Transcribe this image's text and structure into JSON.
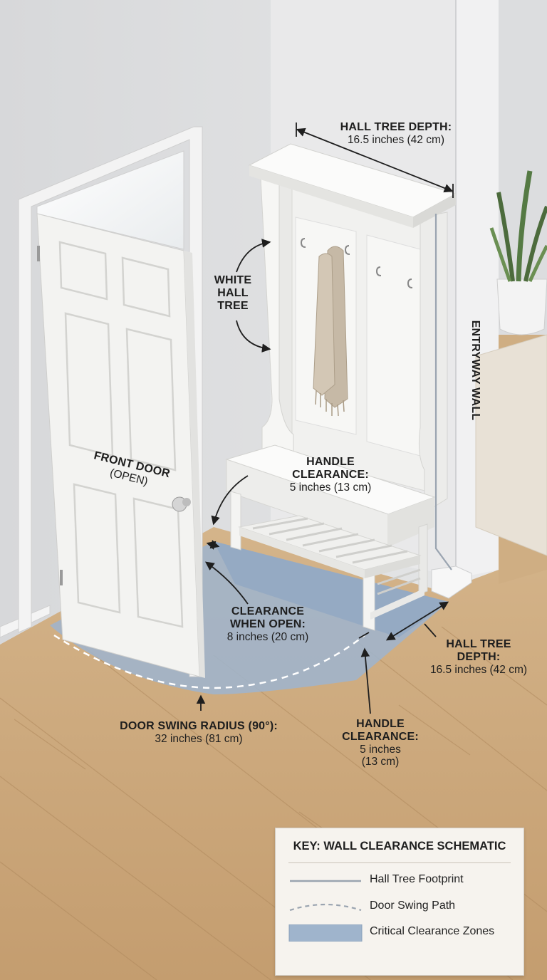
{
  "labels": {
    "hall_tree_depth_top": {
      "title": "HALL TREE DEPTH:",
      "value": "16.5 inches (42 cm)"
    },
    "white_hall_tree": {
      "line1": "WHITE",
      "line2": "HALL",
      "line3": "TREE"
    },
    "entryway_wall": "ENTRYWAY WALL",
    "front_door": {
      "title": "FRONT DOOR",
      "sub": "(OPEN)"
    },
    "handle_clearance_upper": {
      "line1": "HANDLE",
      "line2": "CLEARANCE:",
      "value": "5 inches (13 cm)"
    },
    "clearance_when_open": {
      "line1": "CLEARANCE",
      "line2": "WHEN OPEN:",
      "value": "8 inches (20 cm)"
    },
    "hall_tree_depth_lower": {
      "line1": "HALL TREE",
      "line2": "DEPTH:",
      "value": "16.5 inches (42 cm)"
    },
    "door_swing_radius": {
      "title": "DOOR SWING RADIUS (90°):",
      "value": "32 inches (81 cm)"
    },
    "handle_clearance_lower": {
      "line1": "HANDLE",
      "line2": "CLEARANCE:",
      "value1": "5 inches",
      "value2": "(13 cm)"
    }
  },
  "legend": {
    "title": "KEY: WALL CLEARANCE SCHEMATIC",
    "items": [
      {
        "label": "Hall Tree Footprint",
        "style": "solid-line"
      },
      {
        "label": "Door Swing Path",
        "style": "dashed-line"
      },
      {
        "label": "Critical Clearance Zones",
        "style": "fill"
      }
    ]
  },
  "colors": {
    "wall": "#e2e3e4",
    "floor": "#c9a97f",
    "clearance_zone": "#9fb4cc",
    "hall_tree": "#f4f4f2",
    "door": "#f2f2f0",
    "scarf": "#c6b9a6",
    "label_text": "#1e1e1e"
  }
}
